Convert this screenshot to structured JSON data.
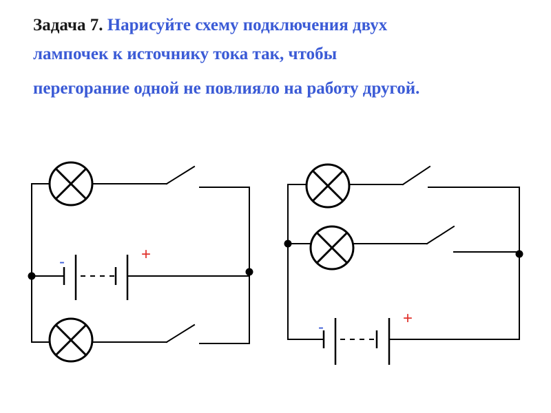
{
  "task": {
    "label": "Задача 7.",
    "line1": "Нарисуйте схему подключения двух",
    "line2": "лампочек к источнику тока так, чтобы",
    "line3": "перегорание одной не повлияло на работу другой."
  },
  "diagram": {
    "battery_minus": "-",
    "battery_plus": "+",
    "minus_color": "#3b5bd6",
    "plus_color": "#e0302a"
  }
}
